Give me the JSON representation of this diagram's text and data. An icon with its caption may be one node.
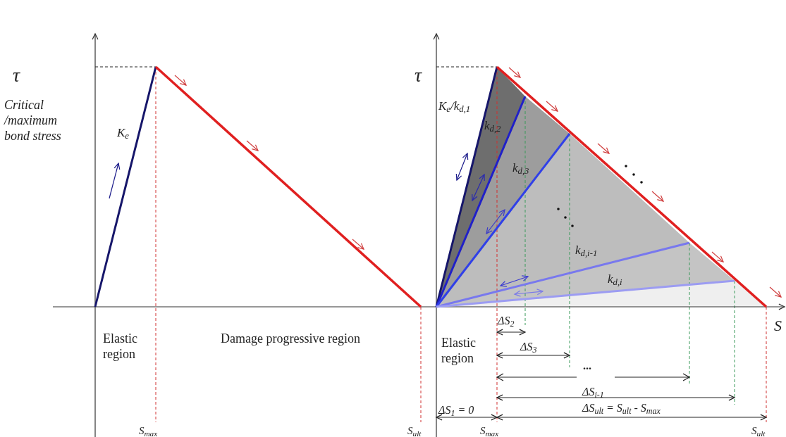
{
  "diagram": {
    "labels": [
      "τ",
      "τ",
      "Critical /maximum bond stress",
      "K$_{e}$",
      "K$_{e}$/k$_{d,1}$",
      "k$_{d,2}$",
      "k$_{d,3}$",
      "k$_{d,i-1}$",
      "k$_{d,i}$",
      "S",
      "ΔS$_{2}$",
      "Elastic region",
      "Damage progressive region",
      "Elastic region",
      "ΔS$_{3}$",
      "...",
      "ΔS$_{i-1}$",
      "ΔS$_{1}$ = 0",
      "ΔS$_{ult}$ = S$_{ult}$ - S$_{max}$",
      "S$_{max}$",
      "S$_{ult}$",
      "S$_{max}$",
      "S$_{ult}$"
    ]
  }
}
